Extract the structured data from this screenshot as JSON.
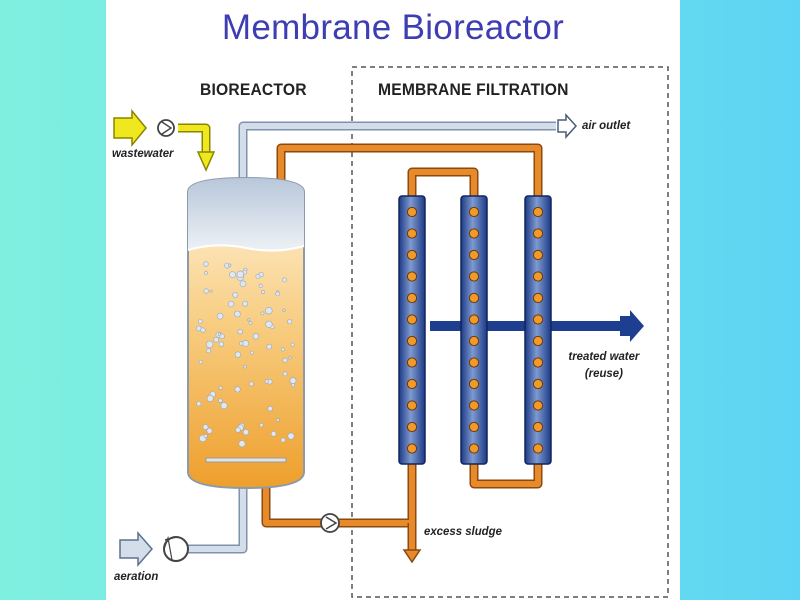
{
  "slide": {
    "title": "Membrane Bioreactor"
  },
  "diagram": {
    "sections": {
      "bioreactor": "BIOREACTOR",
      "membrane_filtration": "MEMBRANE FILTRATION"
    },
    "labels": {
      "wastewater": "wastewater",
      "air_outlet": "air outlet",
      "treated_water_line1": "treated water",
      "treated_water_line2": "(reuse)",
      "excess_sludge": "excess sludge",
      "aeration": "aeration"
    },
    "icons": [
      "wastewater-inflow-arrow",
      "pump-icon",
      "air-outlet-arrow",
      "treated-water-arrow",
      "sludge-outflow-arrow",
      "aeration-inflow-arrow",
      "blower-icon"
    ],
    "colors": {
      "title": "#3d3db4",
      "sludge_pipe": "#e8892a",
      "air_pipe": "#b9c9dc",
      "membrane_module": "#2f4f9e",
      "permeate_pipe": "#1e3f8f",
      "wastewater_arrow": "#f0e81e",
      "liquor": "#f1a93a"
    }
  }
}
